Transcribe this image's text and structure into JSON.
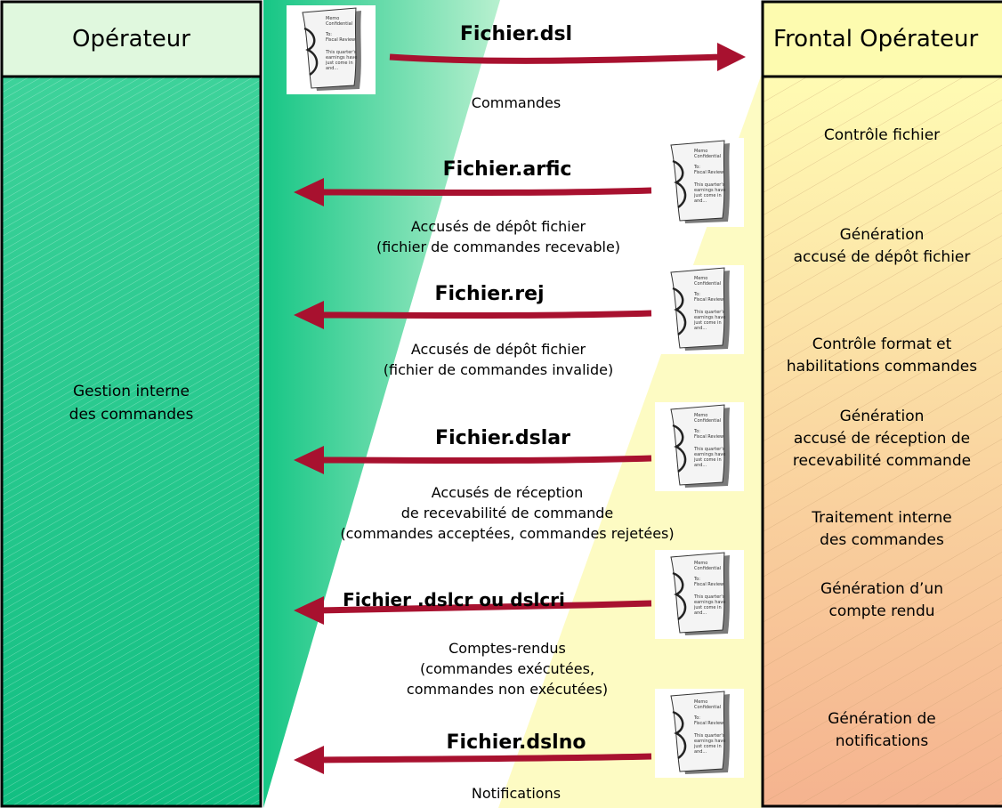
{
  "left_panel": {
    "title": "Opérateur",
    "body_line1": "Gestion interne",
    "body_line2": "des  commandes"
  },
  "right_panel": {
    "title": "Frontal Opérateur",
    "steps": [
      {
        "lines": [
          "Contrôle fichier"
        ]
      },
      {
        "lines": [
          "Génération",
          "accusé de dépôt fichier"
        ]
      },
      {
        "lines": [
          "Contrôle format et",
          "habilitations commandes"
        ]
      },
      {
        "lines": [
          "Génération",
          "accusé de réception de",
          "recevabilité commande"
        ]
      },
      {
        "lines": [
          "Traitement interne",
          "des commandes"
        ]
      },
      {
        "lines": [
          "Génération d’un",
          "compte rendu"
        ]
      },
      {
        "lines": [
          "Génération de",
          "notifications"
        ]
      }
    ]
  },
  "flows": [
    {
      "file": "Fichier.dsl",
      "direction": "to-frontal",
      "desc": [
        "Commandes"
      ]
    },
    {
      "file": "Fichier.arfic",
      "direction": "to-operateur",
      "desc": [
        "Accusés de dépôt fichier",
        "(fichier de commandes recevable)"
      ]
    },
    {
      "file": "Fichier.rej",
      "direction": "to-operateur",
      "desc": [
        "Accusés de dépôt fichier",
        "(fichier de commandes invalide)"
      ]
    },
    {
      "file": "Fichier.dslar",
      "direction": "to-operateur",
      "desc": [
        "Accusés de réception",
        "de recevabilité de commande",
        "(commandes acceptées, commandes rejetées)"
      ]
    },
    {
      "file": "Fichier .dslcr ou dslcri",
      "direction": "to-operateur",
      "desc": [
        "Comptes-rendus",
        "(commandes exécutées,",
        "commandes non exécutées)"
      ]
    },
    {
      "file": "Fichier.dslno",
      "direction": "to-operateur",
      "desc": [
        "Notifications"
      ]
    }
  ],
  "document_icon": {
    "name": "memo-document-icon",
    "text_lines": [
      "Memo",
      "Confidential",
      "To:",
      "Fiscal Review",
      "This quarter's",
      "earnings have",
      "just come in",
      "and..."
    ]
  },
  "colors": {
    "header_bg": "#e0f8de",
    "left_fill": "#1cc183",
    "teal_dark": "#0fbf84",
    "yellow_light": "#fdfbc4",
    "right_fill_top": "#fffbb0",
    "right_fill_bottom": "#f6b892",
    "arrow": "#a8112f",
    "border": "#000000"
  }
}
